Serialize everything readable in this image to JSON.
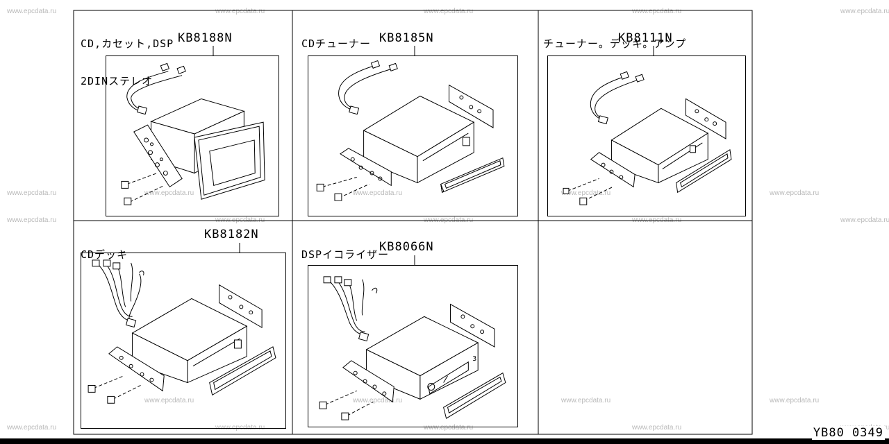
{
  "watermark": "www.epcdata.ru",
  "sheet_id": "YB80 0349",
  "cells": [
    {
      "title_lines": [
        "CD,カセット,DSP",
        "2DINステレオ"
      ],
      "code": "KB8188N"
    },
    {
      "title_lines": [
        "CDチューナー"
      ],
      "code": "KB8185N"
    },
    {
      "title_lines": [
        "チューナー。デッキ。アンプ"
      ],
      "code": "KB8111N"
    },
    {
      "title_lines": [
        "CDデッキ"
      ],
      "code": "KB8182N"
    },
    {
      "title_lines": [
        "DSPイコライザー"
      ],
      "code": "KB8066N"
    }
  ]
}
